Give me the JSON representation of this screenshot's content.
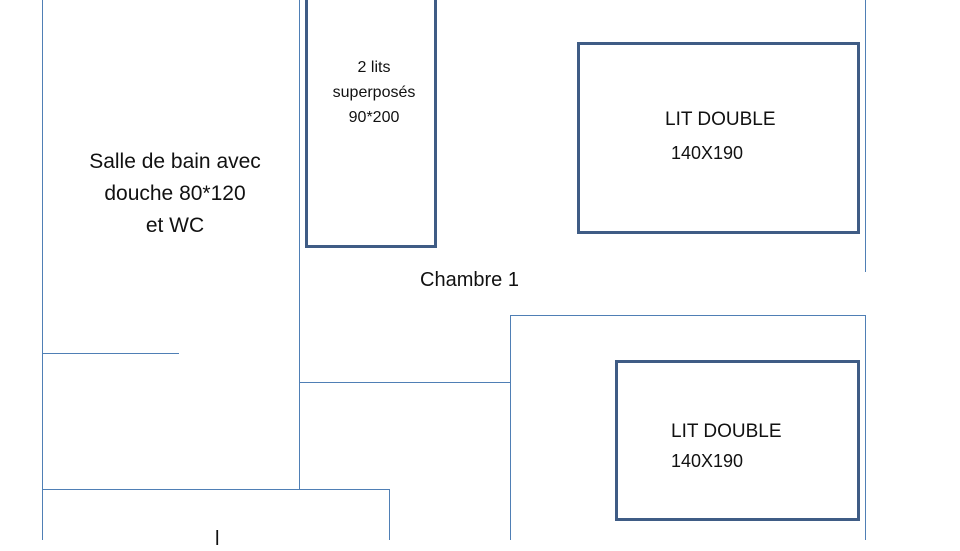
{
  "plan": {
    "bathroom_label": [
      "Salle de bain avec",
      "douche 80*120",
      "et WC"
    ],
    "bunk_label": [
      "2 lits",
      "superposés",
      "90*200"
    ],
    "room_label": "Chambre 1",
    "bed_1": {
      "title": "LIT DOUBLE",
      "size": "140X190"
    },
    "bed_2": {
      "title": "LIT DOUBLE",
      "size": "140X190"
    },
    "partial_label": "l"
  },
  "colors": {
    "wall": "#4f7fb5",
    "furniture_outline": "#3f5c85"
  }
}
